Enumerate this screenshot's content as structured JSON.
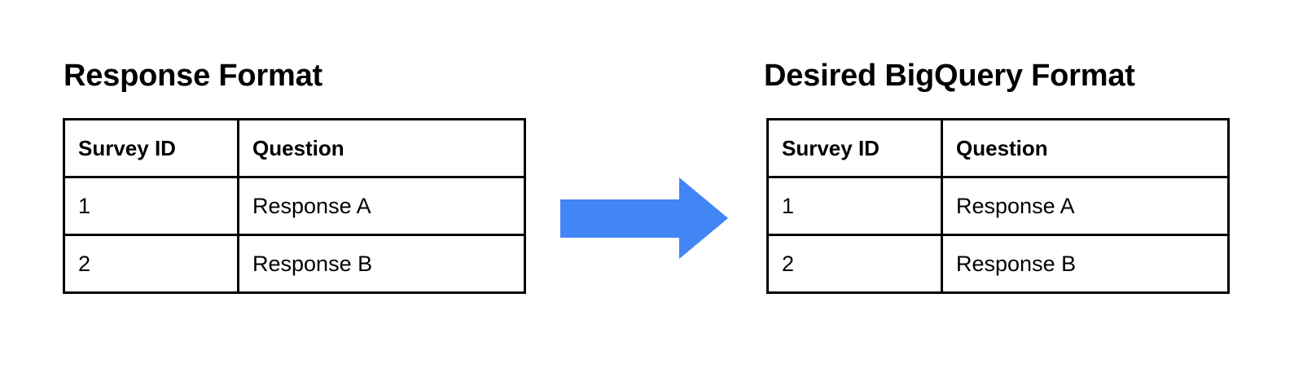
{
  "page": {
    "background_color": "#ffffff",
    "text_color": "#000000"
  },
  "left_panel": {
    "title": "Response Format",
    "table": {
      "columns": [
        "Survey ID",
        "Question"
      ],
      "rows": [
        [
          "1",
          "Response A"
        ],
        [
          "2",
          "Response B"
        ]
      ],
      "border_color": "#000000"
    }
  },
  "arrow": {
    "icon": "arrow-right-icon",
    "direction": "right",
    "color": "#4285f4"
  },
  "right_panel": {
    "title": "Desired BigQuery Format",
    "table": {
      "columns": [
        "Survey ID",
        "Question"
      ],
      "rows": [
        [
          "1",
          "Response A"
        ],
        [
          "2",
          "Response B"
        ]
      ],
      "border_color": "#000000"
    }
  }
}
